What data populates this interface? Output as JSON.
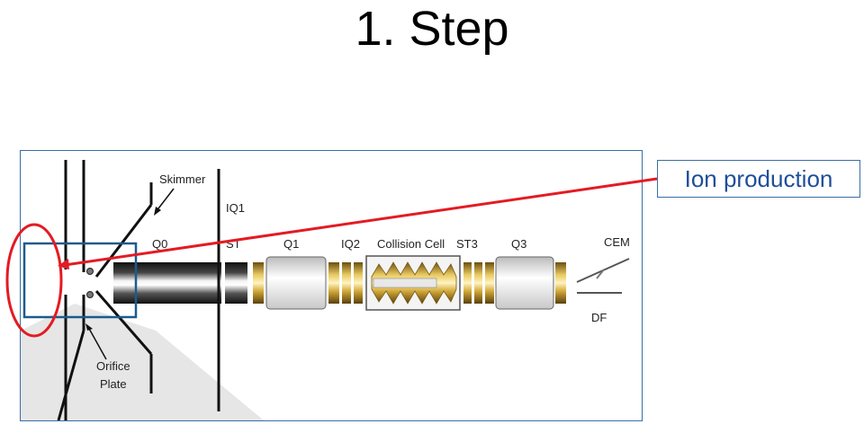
{
  "slide": {
    "title": "1. Step"
  },
  "diagram": {
    "labels": {
      "skimmer": "Skimmer",
      "iq1": "IQ1",
      "q0": "Q0",
      "st1": "ST",
      "q1": "Q1",
      "iq2": "IQ2",
      "collision_cell": "Collision Cell",
      "st3": "ST3",
      "q3": "Q3",
      "cem": "CEM",
      "df": "DF",
      "orifice_plate": [
        "Orifice",
        "Plate"
      ]
    }
  },
  "callout": {
    "text": "Ion production"
  },
  "colors": {
    "highlight_red": "#e31b23",
    "frame_blue": "#3a6ea5",
    "gold": "#c9a030",
    "callout_text": "#1f4e9a"
  }
}
